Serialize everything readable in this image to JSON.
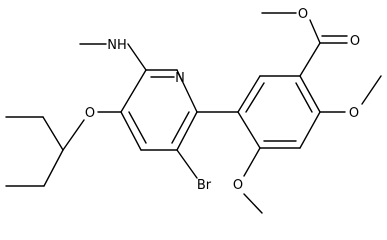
{
  "atoms": {
    "nh": "NH",
    "n_ring": "N",
    "o_ether": "O",
    "br": "Br",
    "o_carbonyl": "O",
    "o_ester": "O",
    "o_methoxy_upper": "O",
    "o_methoxy_lower": "O"
  },
  "colors": {
    "bond": "#000000",
    "label": "#000000",
    "background": "#ffffff"
  }
}
